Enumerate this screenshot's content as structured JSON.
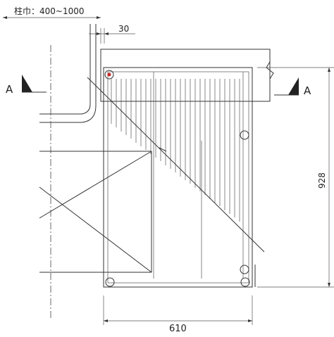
{
  "labels": {
    "pillar_width": "柱巾：400~1000",
    "clearance": "30",
    "section_left": "A",
    "section_right": "A",
    "height_dim": "928",
    "width_dim": "610"
  },
  "colors": {
    "line": "#333333",
    "text": "#222222",
    "marker": "#cc2222"
  }
}
